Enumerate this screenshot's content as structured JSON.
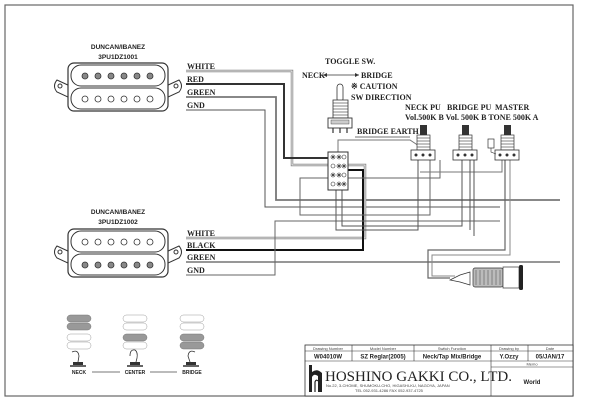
{
  "pickups": [
    {
      "brand": "DUNCAN/IBANEZ",
      "model": "3PU1DZ1001",
      "wires": [
        "WHITE",
        "RED",
        "GREEN",
        "GND"
      ]
    },
    {
      "brand": "DUNCAN/IBANEZ",
      "model": "3PU1DZ1002",
      "wires": [
        "WHITE",
        "BLACK",
        "GREEN",
        "GND"
      ]
    }
  ],
  "toggle": {
    "title": "TOGGLE SW.",
    "neck": "NECK",
    "bridge": "BRIDGE",
    "caution": "※ CAUTION",
    "direction": "SW DIRECTION",
    "bridge_earth": "BRIDGE EARTH"
  },
  "pots": {
    "header_row1": [
      "NECK PU",
      "BRIDGE PU",
      "MASTER"
    ],
    "header_row2": "Vol.500K B Vol. 500K B TONE 500K A"
  },
  "positions": [
    "NECK",
    "CENTER",
    "BRIDGE"
  ],
  "title_block": {
    "headers": [
      "Drawing Number",
      "Model Number",
      "Switch Function",
      "Drawing by",
      "Date"
    ],
    "values": [
      "W04010W",
      "SZ Reglar(2005)",
      "Neck/Tap Mix/Bridge",
      "Y.Ozzy",
      "05/JAN/17"
    ],
    "company": "HOSHINO GAKKI CO., LTD.",
    "address": "No.22, 3-CHOME, SHUMOKU-CHO, HIGASHI-KU, NAGOYA, JAPAN",
    "tel": "TEL 052-931-4286  FAX 052-937-4725",
    "memo_label": "Memo",
    "memo_value": "World"
  }
}
